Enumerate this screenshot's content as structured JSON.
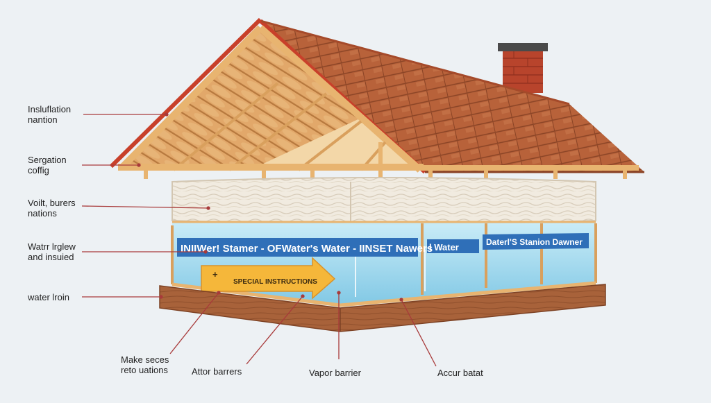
{
  "colors": {
    "background": "#edf1f4",
    "roof_shingle": "#b8623a",
    "roof_edge": "#c8402a",
    "rafter_wood": "#e8b470",
    "chimney_brick": "#b8442c",
    "insulation": "#f1ebe0",
    "glass_water": "#8fd0ea",
    "banner_blue": "#2f6fb8",
    "arrow_yellow": "#f5b73a",
    "base_wood": "#a8623a",
    "leader_line": "#a83a3a"
  },
  "left_labels": [
    {
      "line1": "Insluflation",
      "line2": "nantion"
    },
    {
      "line1": "Sergation",
      "line2": "coffig"
    },
    {
      "line1": "Voilt, burers",
      "line2": "nations"
    },
    {
      "line1": "Watrr lrglew",
      "line2": "and insuied"
    },
    {
      "line1": "water lroin",
      "line2": ""
    }
  ],
  "bottom_labels": [
    {
      "line1": "Make seces",
      "line2": "reto uations"
    },
    {
      "line1": "Attor barrers",
      "line2": ""
    },
    {
      "line1": "Vapor barrier",
      "line2": ""
    },
    {
      "line1": "Accur batat",
      "line2": ""
    }
  ],
  "banners": [
    "INIIWer! Stamer - OFWater's Water - IINSET Nawers",
    "l Water",
    "Daterl'S Stanion Dawner"
  ],
  "arrow_text": "SPECIAL INSTRUCTIONS",
  "arrow_plus": "+"
}
